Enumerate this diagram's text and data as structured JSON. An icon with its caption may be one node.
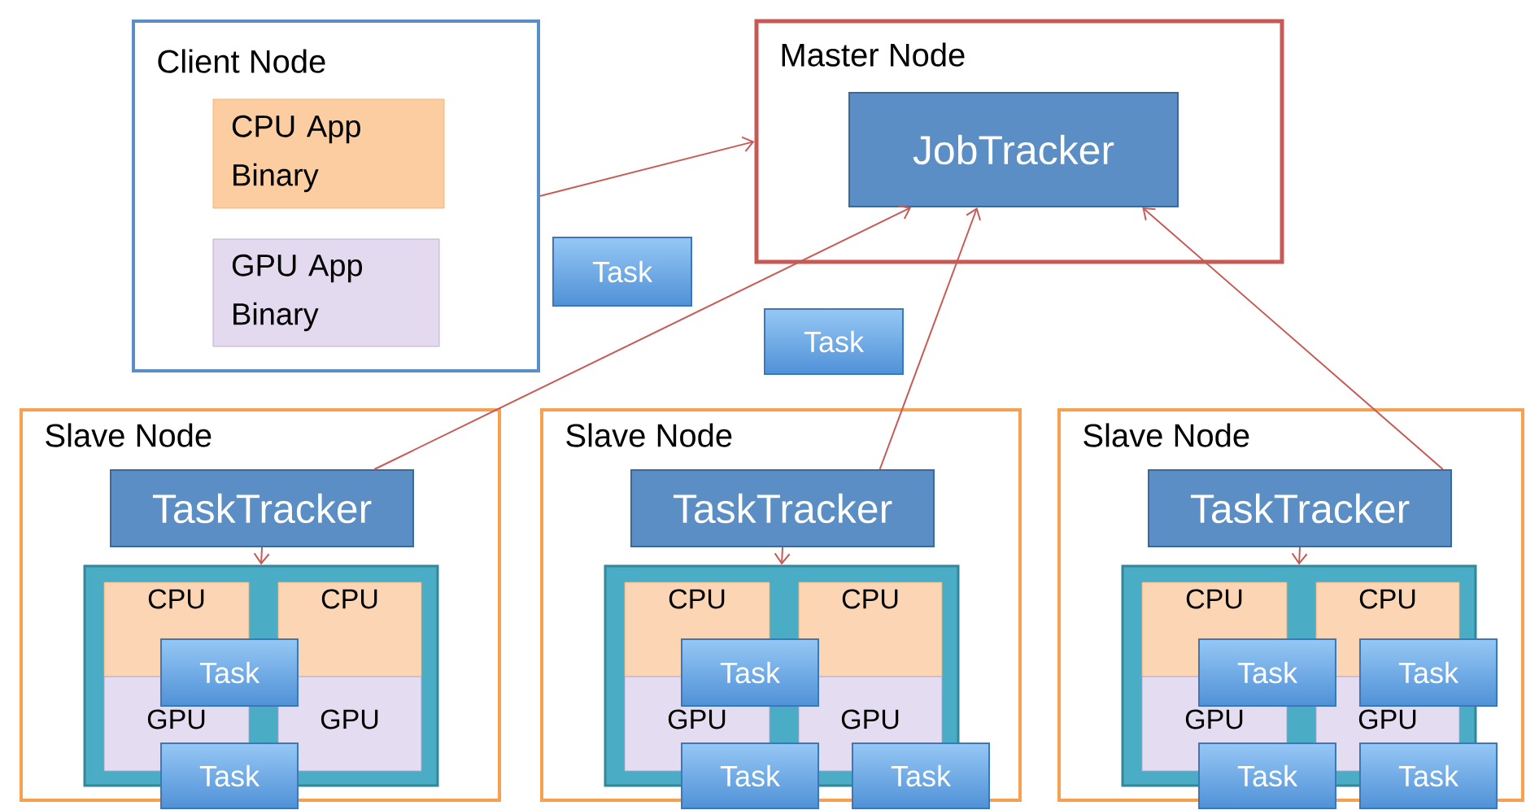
{
  "diagram": {
    "nodes": [
      {
        "text": [
          "Client Node"
        ]
      },
      {
        "text": [
          "CPU App Binary"
        ],
        "in": 0
      },
      {
        "text": [
          "GPU App Binary"
        ],
        "in": 0
      },
      {
        "text": [
          "Master Node"
        ]
      },
      {
        "text": [
          "JobTracker"
        ],
        "in": 3
      },
      {
        "text": [
          "Task"
        ]
      },
      {
        "text": [
          "Task"
        ]
      },
      {
        "text": [
          "Slave Node"
        ]
      },
      {
        "text": [
          "TaskTracker"
        ],
        "in": 7
      },
      {
        "text": [],
        "shape": "box",
        "in": 7
      },
      {
        "text": [
          "CPU"
        ],
        "in": 9
      },
      {
        "text": [
          "CPU"
        ],
        "in": 9
      },
      {
        "text": [
          "GPU"
        ],
        "in": 9
      },
      {
        "text": [
          "GPU"
        ],
        "in": 9
      },
      {
        "text": [
          "Task"
        ],
        "in": 9
      },
      {
        "text": [
          "Task"
        ]
      },
      {
        "text": [
          "Slave Node"
        ]
      },
      {
        "text": [
          "TaskTracker"
        ],
        "in": 16
      },
      {
        "text": [],
        "shape": "box",
        "in": 16
      },
      {
        "text": [
          "CPU"
        ],
        "in": 18
      },
      {
        "text": [
          "CPU"
        ],
        "in": 18
      },
      {
        "text": [
          "GPU"
        ],
        "in": 18
      },
      {
        "text": [
          "GPU"
        ],
        "in": 18
      },
      {
        "text": [
          "Task"
        ],
        "in": 18
      },
      {
        "text": [
          "Task"
        ]
      },
      {
        "text": [
          "Task"
        ]
      },
      {
        "text": [
          "Slave Node"
        ]
      },
      {
        "text": [
          "TaskTracker"
        ],
        "in": 26
      },
      {
        "text": [],
        "shape": "box",
        "in": 26
      },
      {
        "text": [
          "CPU"
        ],
        "in": 28
      },
      {
        "text": [
          "CPU"
        ],
        "in": 28
      },
      {
        "text": [
          "GPU"
        ],
        "in": 28
      },
      {
        "text": [
          "GPU"
        ],
        "in": 28
      },
      {
        "text": [
          "Task"
        ],
        "in": 28
      },
      {
        "text": [
          "Task"
        ],
        "in": 26
      },
      {
        "text": [
          "Task"
        ]
      },
      {
        "text": [
          "Task"
        ]
      }
    ],
    "edges": [
      {
        "from": 0,
        "to": 3,
        "arrow": "to"
      },
      {
        "from": 8,
        "to": 4,
        "arrow": "to"
      },
      {
        "from": 17,
        "to": 4,
        "arrow": "to"
      },
      {
        "from": 27,
        "to": 4,
        "arrow": "to"
      },
      {
        "from": 8,
        "to": 9,
        "arrow": "to"
      },
      {
        "from": 17,
        "to": 18,
        "arrow": "to"
      },
      {
        "from": 27,
        "to": 28,
        "arrow": "to"
      }
    ]
  }
}
